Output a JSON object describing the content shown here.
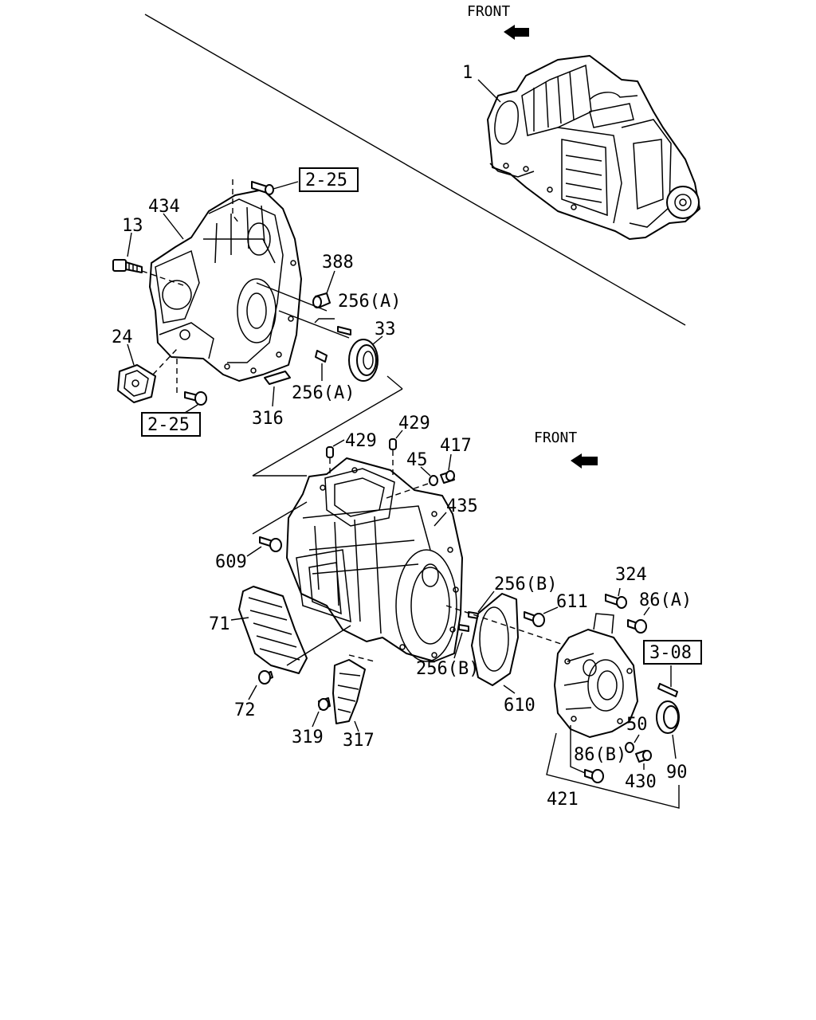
{
  "front_labels": [
    "FRONT",
    "FRONT"
  ],
  "ref_boxes": {
    "top_bolt": "2-25",
    "bottom_bolt": "2-25",
    "rear_cover": "3-08"
  },
  "callouts": {
    "c1": "1",
    "c434": "434",
    "c13": "13",
    "c388": "388",
    "c256A_1": "256(A)",
    "c33": "33",
    "c24": "24",
    "c256A_2": "256(A)",
    "c316": "316",
    "c429_1": "429",
    "c429_2": "429",
    "c45": "45",
    "c417": "417",
    "c435": "435",
    "c609": "609",
    "c71": "71",
    "c72": "72",
    "c319": "319",
    "c317": "317",
    "c256B_1": "256(B)",
    "c611": "611",
    "c324": "324",
    "c86A": "86(A)",
    "c256B_2": "256(B)",
    "c610": "610",
    "c50": "50",
    "c86B": "86(B)",
    "c430": "430",
    "c90": "90",
    "c421": "421"
  }
}
